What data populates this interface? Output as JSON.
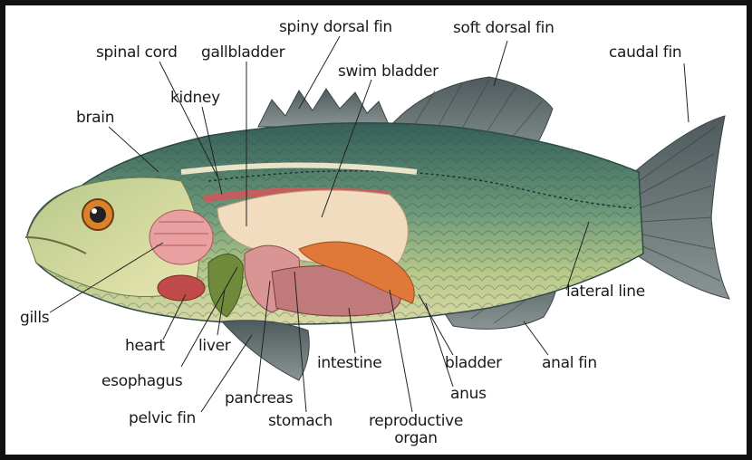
{
  "labels": {
    "spinal_cord": "spinal cord",
    "gallbladder": "gallbladder",
    "spiny_dorsal_fin": "spiny dorsal fin",
    "soft_dorsal_fin": "soft dorsal fin",
    "caudal_fin": "caudal fin",
    "swim_bladder": "swim bladder",
    "kidney": "kidney",
    "brain": "brain",
    "gills": "gills",
    "heart": "heart",
    "liver": "liver",
    "esophagus": "esophagus",
    "pelvic_fin": "pelvic fin",
    "pancreas": "pancreas",
    "stomach": "stomach",
    "intestine": "intestine",
    "reproductive_organ_line1": "reproductive",
    "reproductive_organ_line2": "organ",
    "bladder": "bladder",
    "anus": "anus",
    "anal_fin": "anal fin",
    "lateral_line": "lateral line"
  },
  "colors": {
    "body_back": "#3f6f66",
    "body_belly": "#c9d38a",
    "fin": "#6f7a7a",
    "swim_bladder": "#f2dcc0",
    "reproductive_organ": "#e0783a",
    "intestine": "#c07a7a",
    "liver": "#6f8a3a",
    "gills": "#e8a0a0",
    "eye": "#d9822b"
  }
}
